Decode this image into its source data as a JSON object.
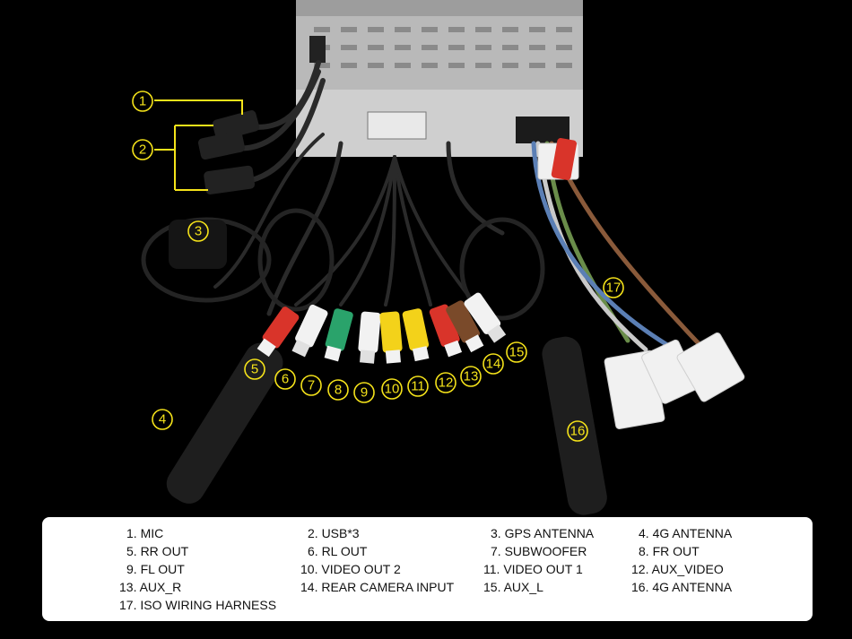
{
  "callouts": {
    "c1": "1",
    "c2": "2",
    "c3": "3",
    "c4": "4",
    "c5": "5",
    "c6": "6",
    "c7": "7",
    "c8": "8",
    "c9": "9",
    "c10": "10",
    "c11": "11",
    "c12": "12",
    "c13": "13",
    "c14": "14",
    "c15": "15",
    "c16": "16",
    "c17": "17"
  },
  "connector_colors": {
    "red": "#d9342a",
    "white": "#f2f2f2",
    "green": "#2aa36b",
    "yellow": "#f3d21a",
    "brown": "#7a4a2a",
    "callout": "#f5e31a"
  },
  "legend": [
    [
      "1. MIC",
      "2. USB*3",
      "3. GPS ANTENNA",
      "4. 4G ANTENNA"
    ],
    [
      "5. RR OUT",
      "6. RL OUT",
      "7. SUBWOOFER",
      "8. FR OUT"
    ],
    [
      "9. FL OUT",
      "10. VIDEO OUT 2",
      "11. VIDEO OUT 1",
      "12. AUX_VIDEO"
    ],
    [
      "13. AUX_R",
      "14. REAR CAMERA INPUT",
      "15. AUX_L",
      "16. 4G ANTENNA"
    ],
    [
      "17. ISO WIRING HARNESS"
    ]
  ]
}
